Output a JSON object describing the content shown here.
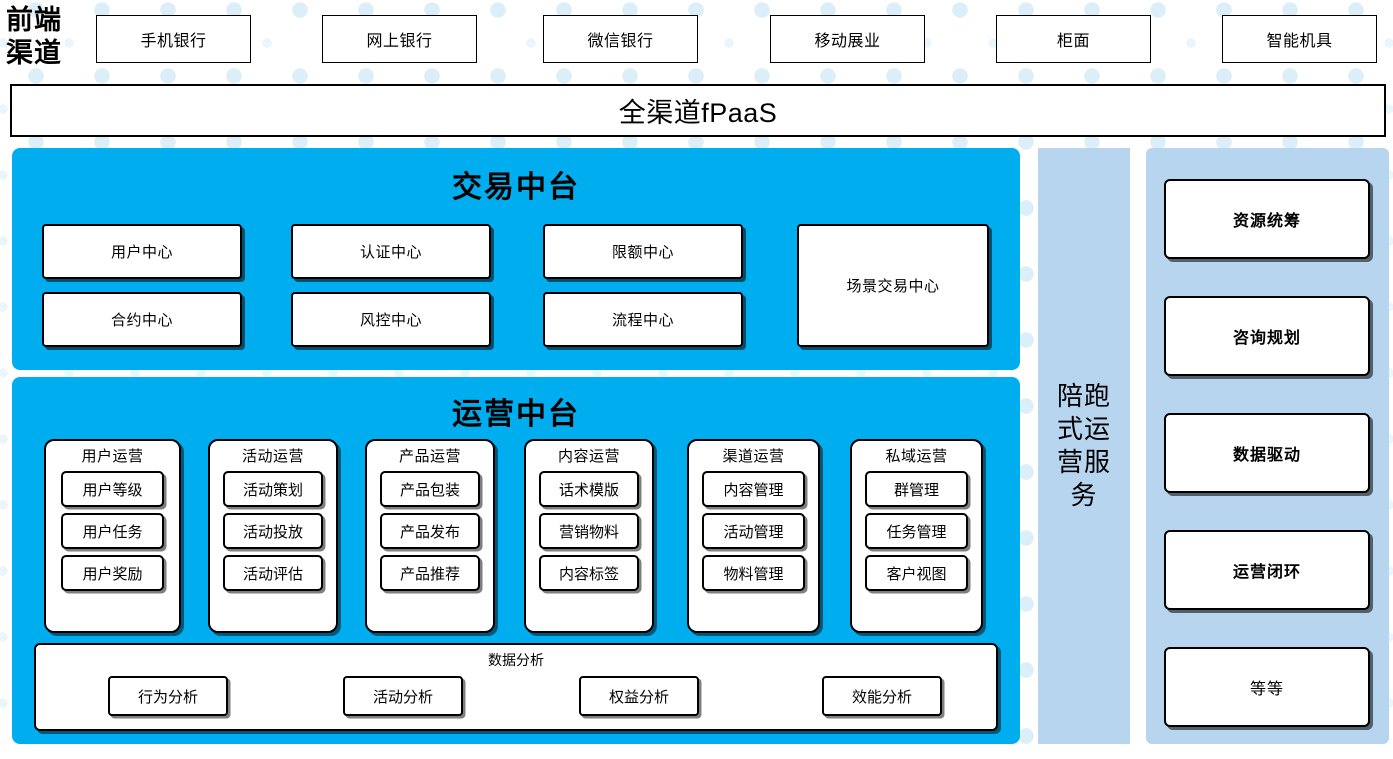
{
  "colors": {
    "cyan_panel": "#00AEEF",
    "light_blue_panel": "#B7D5EE",
    "dot_pattern": "#DCEEF8",
    "border": "#000000",
    "box_fill": "#FFFFFF"
  },
  "front_channel": {
    "label_line1": "前端",
    "label_line2": "渠道",
    "channels": [
      {
        "label": "手机银行"
      },
      {
        "label": "网上银行"
      },
      {
        "label": "微信银行"
      },
      {
        "label": "移动展业"
      },
      {
        "label": "柜面"
      },
      {
        "label": "智能机具"
      }
    ]
  },
  "fpaas_bar": {
    "label": "全渠道fPaaS"
  },
  "trade_platform": {
    "title": "交易中台",
    "centers": [
      {
        "label": "用户中心"
      },
      {
        "label": "认证中心"
      },
      {
        "label": "限额中心"
      },
      {
        "label": "合约中心"
      },
      {
        "label": "风控中心"
      },
      {
        "label": "流程中心"
      }
    ],
    "scene_center": {
      "label": "场景交易中心"
    }
  },
  "ops_platform": {
    "title": "运营中台",
    "columns": [
      {
        "title": "用户运营",
        "items": [
          "用户等级",
          "用户任务",
          "用户奖励"
        ]
      },
      {
        "title": "活动运营",
        "items": [
          "活动策划",
          "活动投放",
          "活动评估"
        ]
      },
      {
        "title": "产品运营",
        "items": [
          "产品包装",
          "产品发布",
          "产品推荐"
        ]
      },
      {
        "title": "内容运营",
        "items": [
          "话术模版",
          "营销物料",
          "内容标签"
        ]
      },
      {
        "title": "渠道运营",
        "items": [
          "内容管理",
          "活动管理",
          "物料管理"
        ]
      },
      {
        "title": "私域运营",
        "items": [
          "群管理",
          "任务管理",
          "客户视图"
        ]
      }
    ],
    "analysis": {
      "title": "数据分析",
      "items": [
        "行为分析",
        "活动分析",
        "权益分析",
        "效能分析"
      ]
    }
  },
  "accompany_service": {
    "label": "陪跑式运营服务"
  },
  "services_panel": {
    "items": [
      {
        "label": "资源统筹",
        "bold": true
      },
      {
        "label": "咨询规划",
        "bold": true
      },
      {
        "label": "数据驱动",
        "bold": true
      },
      {
        "label": "运营闭环",
        "bold": true
      },
      {
        "label": "等等",
        "bold": false
      }
    ]
  }
}
